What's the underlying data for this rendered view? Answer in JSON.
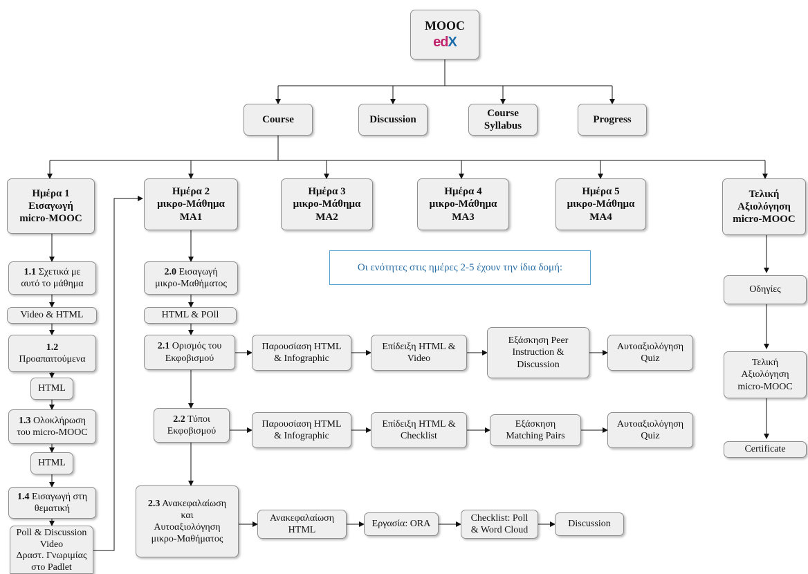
{
  "root": {
    "title": "MOOC",
    "logo_text": "edX"
  },
  "top_nav": {
    "course": "Course",
    "discussion": "Discussion",
    "syllabus": [
      "Course",
      "Syllabus"
    ],
    "progress": "Progress"
  },
  "days": [
    {
      "lines": [
        "Ημέρα 1",
        "Εισαγωγή",
        "micro-MOOC"
      ]
    },
    {
      "lines": [
        "Ημέρα 2",
        "μικρο-Μάθημα",
        "ΜΑ1"
      ]
    },
    {
      "lines": [
        "Ημέρα 3",
        "μικρο-Μάθημα",
        "ΜΑ2"
      ]
    },
    {
      "lines": [
        "Ημέρα 4",
        "μικρο-Μάθημα",
        "ΜΑ3"
      ]
    },
    {
      "lines": [
        "Ημέρα 5",
        "μικρο-Μάθημα",
        "ΜΑ4"
      ]
    },
    {
      "lines": [
        "Τελική",
        "Αξιολόγηση",
        "micro-MOOC"
      ]
    }
  ],
  "day1_units": {
    "u11": {
      "num": "1.1",
      "rest": " Σχετικά με",
      "line2": "αυτό το μάθημα"
    },
    "video_html": "Video & HTML",
    "u12": {
      "num": "1.2",
      "line2": "Προαπαιτούμενα"
    },
    "html1": "HTML",
    "u13": {
      "num": "1.3",
      "rest": " Ολοκλήρωση",
      "line2": "του micro-MOOC"
    },
    "html2": "HTML",
    "u14": {
      "num": "1.4",
      "rest": " Εισαγωγή στη",
      "line2": "θεματική"
    },
    "poll": [
      "Poll & Discussion",
      "Video",
      "Δραστ. Γνωριμίας",
      "στο Padlet"
    ]
  },
  "day2_units": {
    "u20": {
      "num": "2.0",
      "rest": " Εισαγωγή",
      "line2": "μικρο-Μαθήματος"
    },
    "html_poll": "HTML & POll",
    "u21": {
      "num": "2.1",
      "rest": " Ορισμός του",
      "line2": "Εκφοβισμού"
    },
    "u22": {
      "num": "2.2",
      "rest": " Τύποι",
      "line2": "Εκφοβισμού"
    },
    "u23": {
      "num": "2.3",
      "rest": " Ανακεφαλαίωση",
      "lines": [
        "και",
        "Αυτοαξιολόγηση",
        "μικρο-Μαθήματος"
      ]
    }
  },
  "row21": [
    [
      "Παρουσίαση HTML",
      "& Infographic"
    ],
    [
      "Επίδειξη HTML &",
      "Video"
    ],
    [
      "Εξάσκηση Peer",
      "Instruction &",
      "Discussion"
    ],
    [
      "Αυτοαξιολόγηση",
      "Quiz"
    ]
  ],
  "row22": [
    [
      "Παρουσίαση HTML",
      "& Infographic"
    ],
    [
      "Επίδειξη HTML &",
      "Checklist"
    ],
    [
      "Εξάσκηση",
      "Matching Pairs"
    ],
    [
      "Αυτοαξιολόγηση",
      "Quiz"
    ]
  ],
  "row23": [
    [
      "Ανακεφαλαίωση",
      "HTML"
    ],
    [
      "Εργασία: ORA"
    ],
    [
      "Checklist: Poll",
      "& Word Cloud"
    ],
    [
      "Discussion"
    ]
  ],
  "final_units": {
    "instructions": "Οδηγίες",
    "final_eval": [
      "Τελική",
      "Αξιολόγηση",
      "micro-MOOC"
    ],
    "certificate": "Certificate"
  },
  "note": "Οι ενότητες στις ημέρες 2-5 έχουν την ίδια δομή:"
}
